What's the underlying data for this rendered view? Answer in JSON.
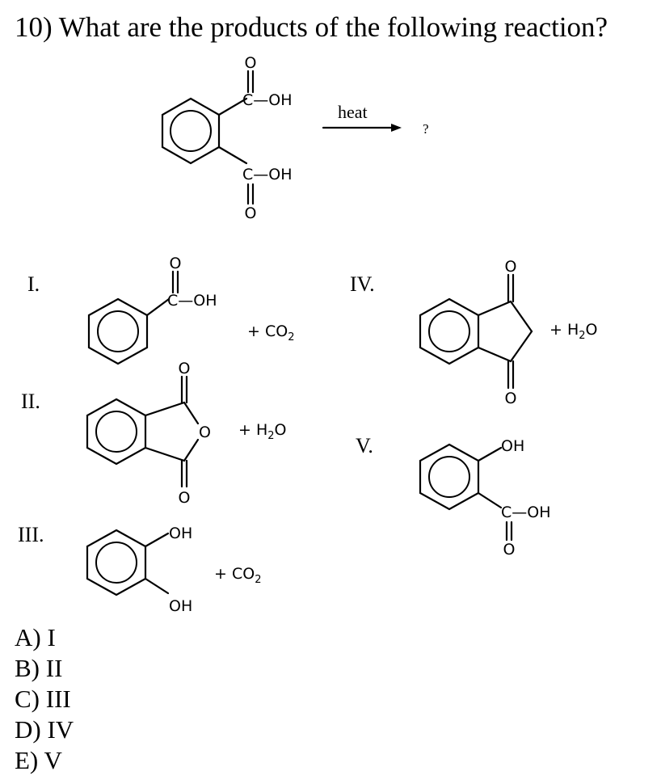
{
  "question": "10) What are the products of the following reaction?",
  "reaction": {
    "arrow_label": "heat",
    "product_placeholder": "?",
    "reactant_groups": {
      "top": "C—OH",
      "bottom": "C—OH",
      "oxygen": "O"
    }
  },
  "options": {
    "I": {
      "roman": "I.",
      "group": "C—OH",
      "oxygen": "O",
      "byproduct": "+ CO",
      "byproduct_sub": "2"
    },
    "II": {
      "roman": "II.",
      "ring_o": "O",
      "oxygen": "O",
      "byproduct": "+ H",
      "byproduct_sub": "2",
      "byproduct_tail": "O"
    },
    "III": {
      "roman": "III.",
      "top": "OH",
      "bottom": "OH",
      "byproduct": "+ CO",
      "byproduct_sub": "2"
    },
    "IV": {
      "roman": "IV.",
      "oxygen": "O",
      "byproduct": "+ H",
      "byproduct_sub": "2",
      "byproduct_tail": "O"
    },
    "V": {
      "roman": "V.",
      "top": "OH",
      "group": "C—OH",
      "oxygen": "O"
    }
  },
  "answers": [
    "A) I",
    "B) II",
    "C) III",
    "D) IV",
    "E) V"
  ]
}
